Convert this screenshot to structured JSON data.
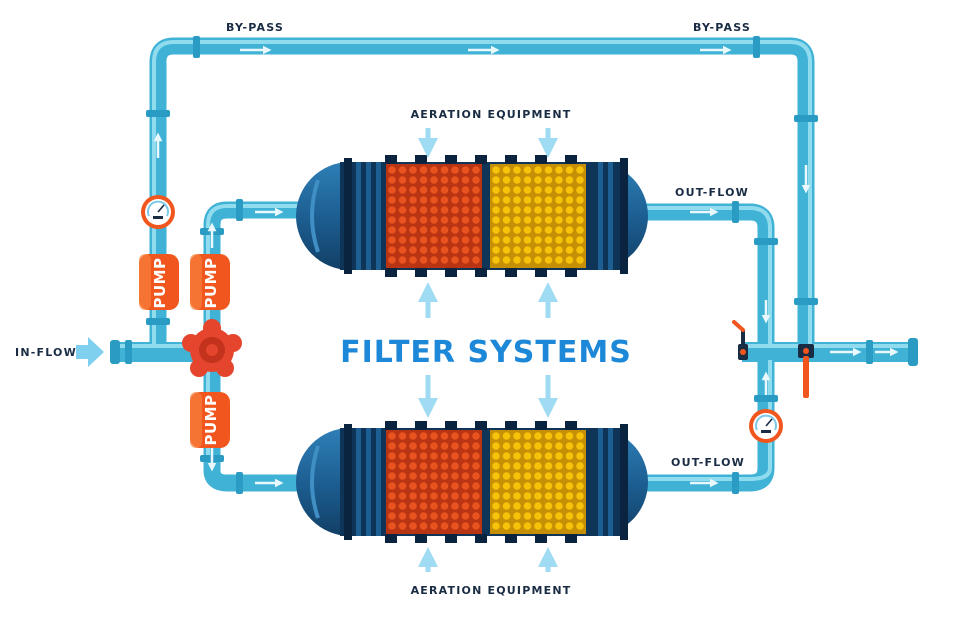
{
  "labels": {
    "bypass_left": "BY-PASS",
    "bypass_right": "BY-PASS",
    "aeration_top": "AERATION EQUIPMENT",
    "aeration_bottom": "AERATION EQUIPMENT",
    "outflow_top": "OUT-FLOW",
    "outflow_bottom": "OUT-FLOW",
    "inflow": "IN-FLOW",
    "title": "FILTER SYSTEMS"
  },
  "pumps": [
    "PUMP",
    "PUMP",
    "PUMP"
  ],
  "colors": {
    "pipe": "#59c4e2",
    "pipe_dark": "#2a9cc4",
    "pipe_light": "#9fe2f2",
    "tank": "#1d5f93",
    "tank_dark": "#0e3458",
    "media_orange": "#e9531f",
    "media_yellow": "#f6c20a",
    "pump": "#f0561d",
    "valve": "#e4452c",
    "arrow": "#9fdcf3",
    "title": "#1e88d8"
  },
  "icons": [
    "pressure-gauge-icon",
    "valve-wheel-icon",
    "ball-valve-icon",
    "flow-arrow-icon"
  ]
}
